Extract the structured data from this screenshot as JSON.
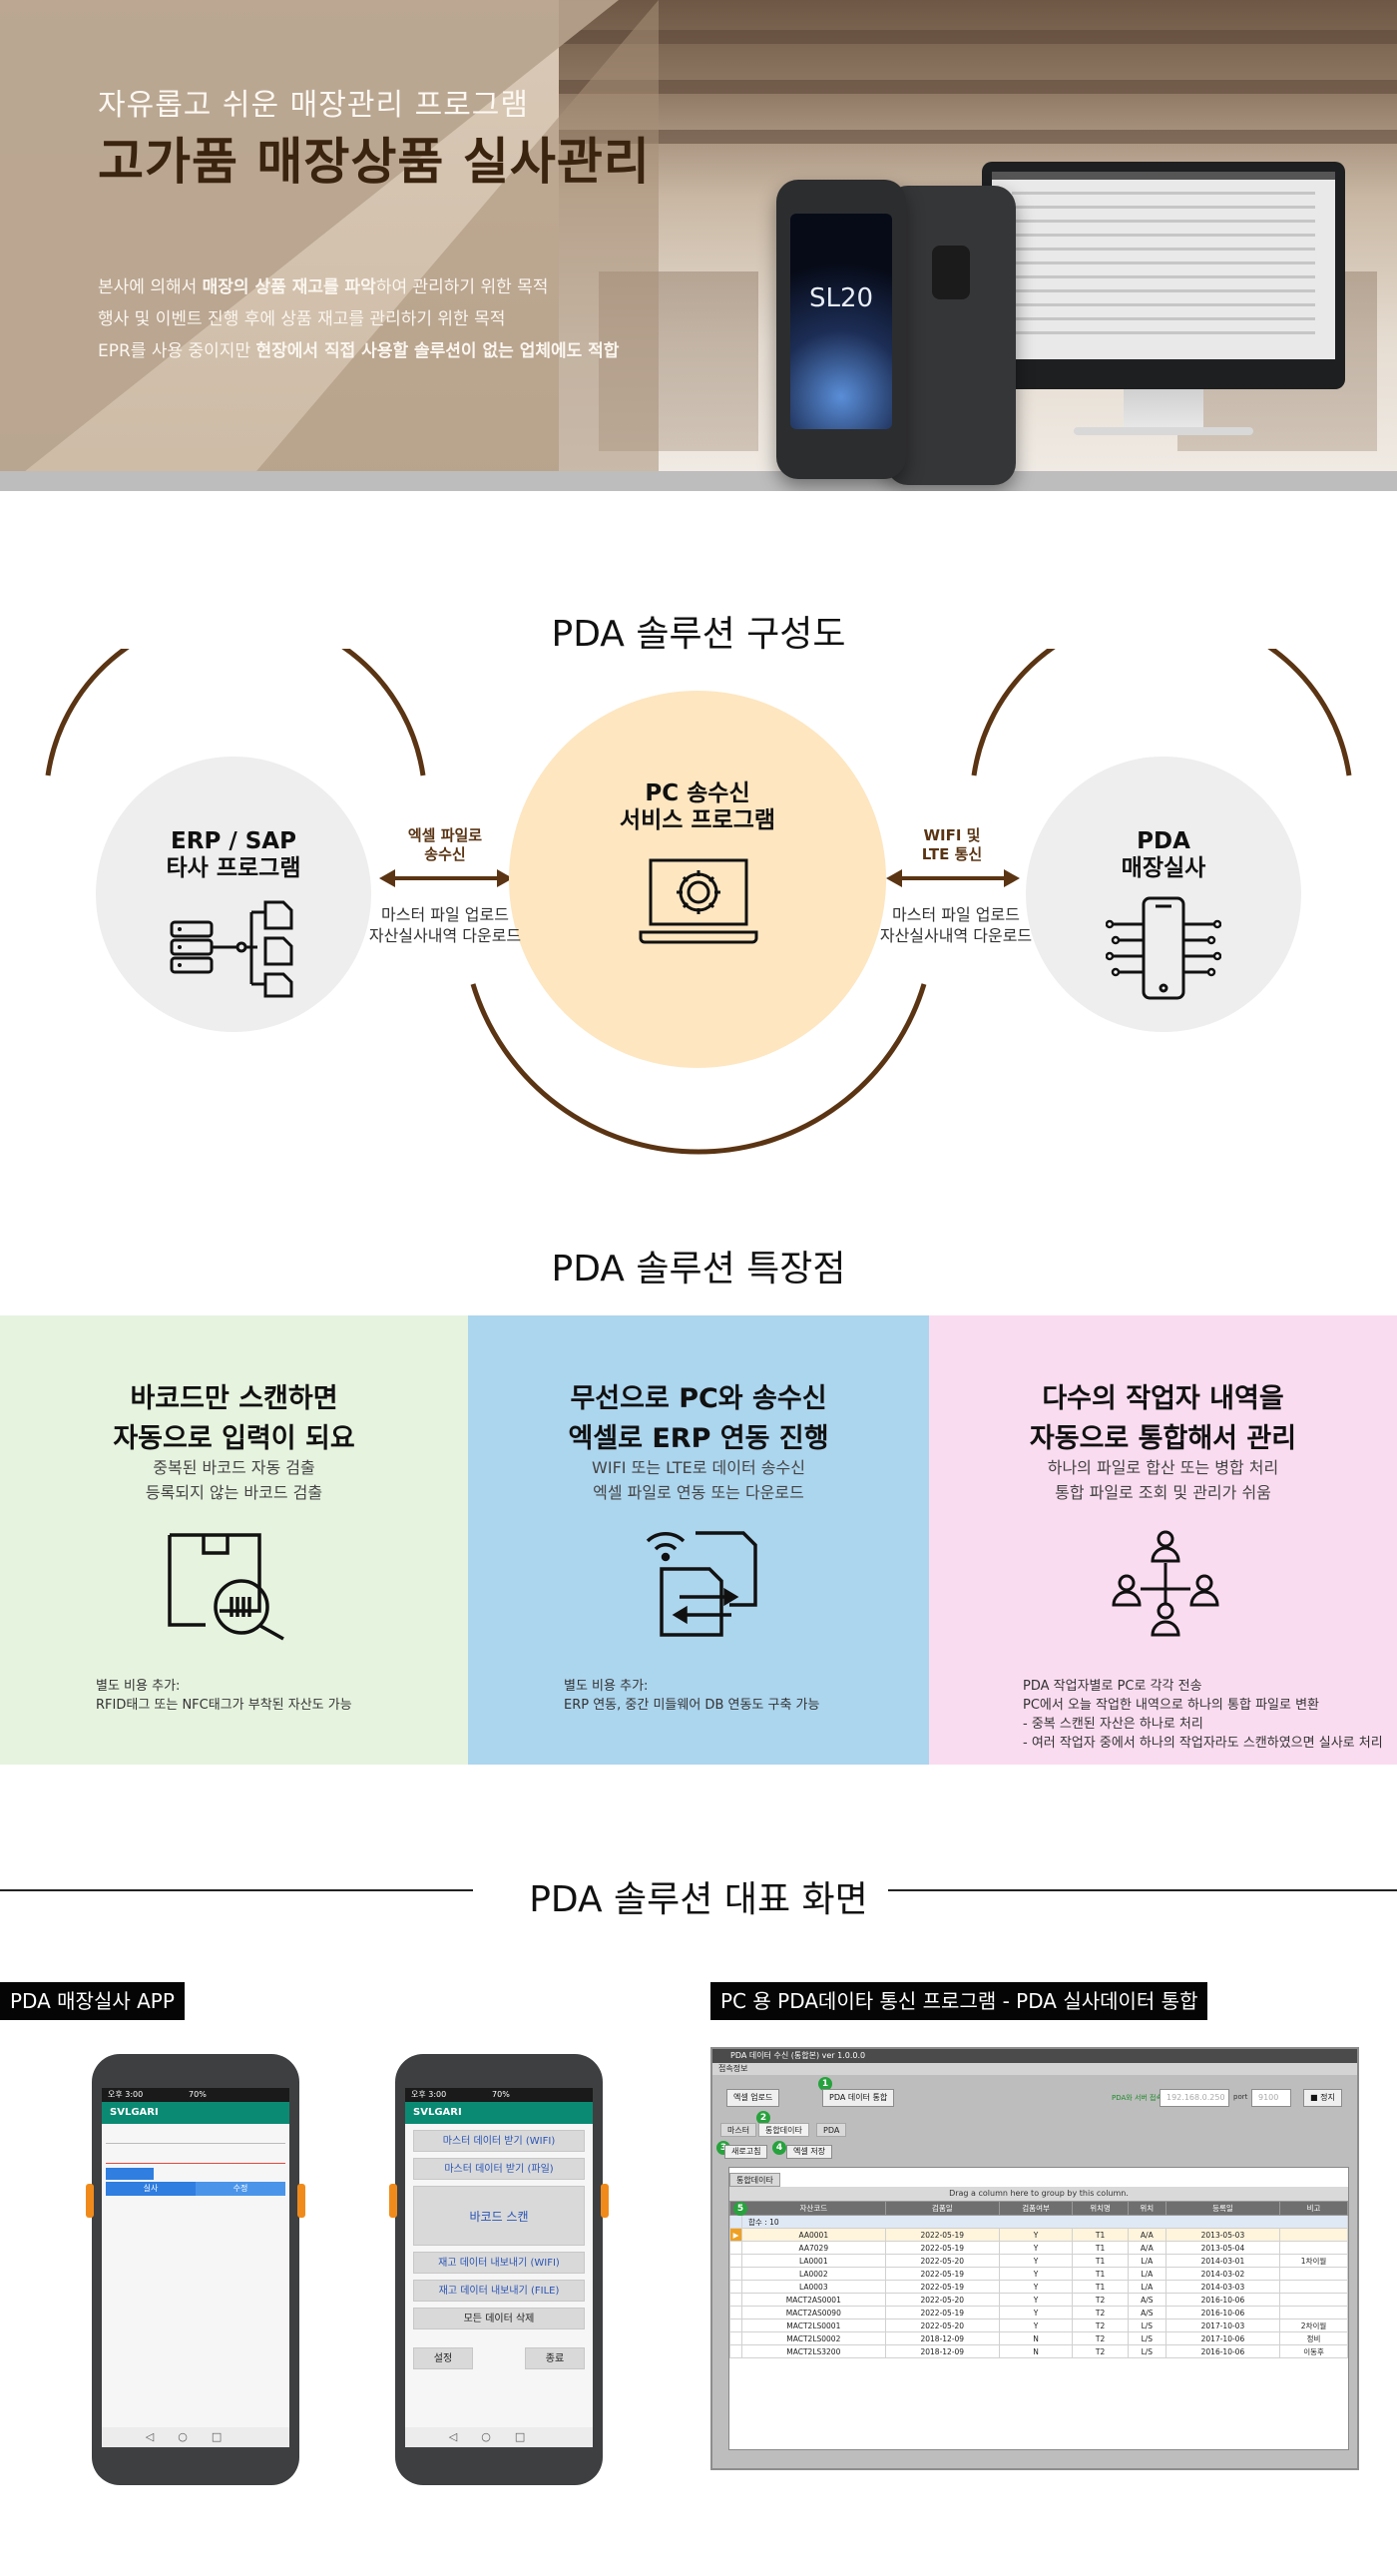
{
  "hero": {
    "subtitle": "자유롭고 쉬운 매장관리 프로그램",
    "title": "고가품 매장상품 실사관리",
    "lines": [
      {
        "pre": "본사에 의해서 ",
        "bold": "매장의 상품 재고를 파악",
        "post": "하여 관리하기 위한 목적"
      },
      {
        "pre": "행사 및 이벤트 진행 후에 상품 재고를 관리하기 위한 목적",
        "bold": "",
        "post": ""
      },
      {
        "pre": "EPR를 사용 중이지만 ",
        "bold": "현장에서 직접 사용할 솔루션이 없는 업체에도 적합",
        "post": ""
      }
    ],
    "device_label": "SL20"
  },
  "diagram": {
    "title": "PDA 솔루션 구성도",
    "left": {
      "line1": "ERP / SAP",
      "line2": "타사 프로그램",
      "icon": "org-tree-icon"
    },
    "center": {
      "line1": "PC 송수신",
      "line2": "서비스 프로그램",
      "icon": "laptop-gear-icon"
    },
    "right": {
      "line1": "PDA",
      "line2": "매장실사",
      "icon": "phone-circuit-icon"
    },
    "link_left": {
      "label1": "엑셀 파일로",
      "label2": "송수신",
      "desc1": "마스터 파일 업로드",
      "desc2": "자산실사내역 다운로드"
    },
    "link_right": {
      "label1": "WIFI 및",
      "label2": "LTE 통신",
      "desc1": "마스터 파일 업로드",
      "desc2": "자산실사내역 다운로드"
    },
    "colors": {
      "arc": "#5a3413",
      "center": "#fde6c0",
      "side": "#eeeeee"
    }
  },
  "features": {
    "title": "PDA 솔루션 특장점",
    "items": [
      {
        "h1": "바코드만 스캔하면",
        "h2": "자동으로 입력이 되요",
        "d1": "중복된 바코드 자동 검출",
        "d2": "등록되지 않는 바코드 검출",
        "icon": "box-barcode-search-icon",
        "notes": [
          "별도 비용 추가:",
          "RFID태그 또는 NFC태그가 부착된 자산도 가능"
        ],
        "bg": "#e6f3df"
      },
      {
        "h1": "무선으로 PC와 송수신",
        "h2": "엑셀로 ERP 연동 진행",
        "d1": "WIFI 또는 LTE로 데이터 송수신",
        "d2": "엑셀 파일로 연동 또는 다운로드",
        "icon": "wifi-file-transfer-icon",
        "notes": [
          "별도 비용 추가:",
          "ERP 연동, 중간 미들웨어 DB 연동도 구축 가능"
        ],
        "bg": "#acd5ee"
      },
      {
        "h1": "다수의 작업자 내역을",
        "h2": "자동으로 통합해서 관리",
        "d1": "하나의 파일로 합산 또는 병합 처리",
        "d2": "통합 파일로 조회 및 관리가 쉬움",
        "icon": "team-network-icon",
        "notes": [
          "PDA 작업자별로 PC로 각각 전송",
          "PC에서 오늘 작업한 내역으로 하나의 통합 파일로 변환",
          " - 중복 스캔된 자산은 하나로 처리",
          " - 여러 작업자 중에서 하나의 작업자라도 스캔하였으면 실사로 처리"
        ],
        "bg": "#fadcf0"
      }
    ]
  },
  "screens": {
    "title": "PDA 솔루션 대표 화면",
    "tag_app": "PDA 매장실사 APP",
    "tag_pc": "PC 용 PDA데이타 통신 프로그램 - PDA 실사데이터 통합",
    "phone1": {
      "time": "오후 3:00",
      "battery": "70%",
      "app": "SVLGARI",
      "tabs": [
        "실사",
        "수정"
      ]
    },
    "phone2": {
      "time": "오후 3:00",
      "battery": "70%",
      "app": "SVLGARI",
      "buttons": [
        "마스터 데이터 받기 (WIFI)",
        "마스터 데이터 받기 (파일)",
        "바코드 스캔",
        "재고 데이터 내보내기 (WIFI)",
        "재고 데이터 내보내기 (FILE)",
        "모든 데이터 삭제"
      ],
      "bottom": [
        "설정",
        "종료"
      ]
    },
    "pc": {
      "window_title": "PDA 데이터 수신 (통합본) ver 1.0.0.0",
      "menu": "접속정보",
      "btn_upload": "엑셀 업로드",
      "btn_receive": "PDA 데이터 통합",
      "status": "PDA와 서버 접속 중",
      "ip_placeholder": "192.168.0.250",
      "port_label": "port",
      "port_placeholder": "9100",
      "btn_stop": "■ 정지",
      "tabs": [
        "마스터",
        "통합데이타",
        "PDA"
      ],
      "btn_refresh": "새로고침",
      "btn_save": "엑셀 저장",
      "subtab": "통합데이타",
      "group_hint": "Drag a column here to group by this column.",
      "columns": [
        "자산코드",
        "검품일",
        "검품여부",
        "위치명",
        "위치",
        "등록일",
        "비고"
      ],
      "summary": "합수 : 10",
      "rows": [
        [
          "AA0001",
          "2022-05-19",
          "Y",
          "T1",
          "A/A",
          "2013-05-03",
          ""
        ],
        [
          "AA7029",
          "2022-05-19",
          "Y",
          "T1",
          "A/A",
          "2013-05-04",
          ""
        ],
        [
          "LA0001",
          "2022-05-20",
          "Y",
          "T1",
          "L/A",
          "2014-03-01",
          "1차이월"
        ],
        [
          "LA0002",
          "2022-05-19",
          "Y",
          "T1",
          "L/A",
          "2014-03-02",
          ""
        ],
        [
          "LA0003",
          "2022-05-19",
          "Y",
          "T1",
          "L/A",
          "2014-03-03",
          ""
        ],
        [
          "MACT2AS0001",
          "2022-05-20",
          "Y",
          "T2",
          "A/S",
          "2016-10-06",
          ""
        ],
        [
          "MACT2AS0090",
          "2022-05-19",
          "Y",
          "T2",
          "A/S",
          "2016-10-06",
          ""
        ],
        [
          "MACT2LS0001",
          "2022-05-20",
          "Y",
          "T2",
          "L/S",
          "2017-10-03",
          "2차이월"
        ],
        [
          "MACT2LS0002",
          "2018-12-09",
          "N",
          "T2",
          "L/S",
          "2017-10-06",
          "정비"
        ],
        [
          "MACT2LS3200",
          "2018-12-09",
          "N",
          "T2",
          "L/S",
          "2016-10-06",
          "이동후"
        ]
      ]
    }
  }
}
